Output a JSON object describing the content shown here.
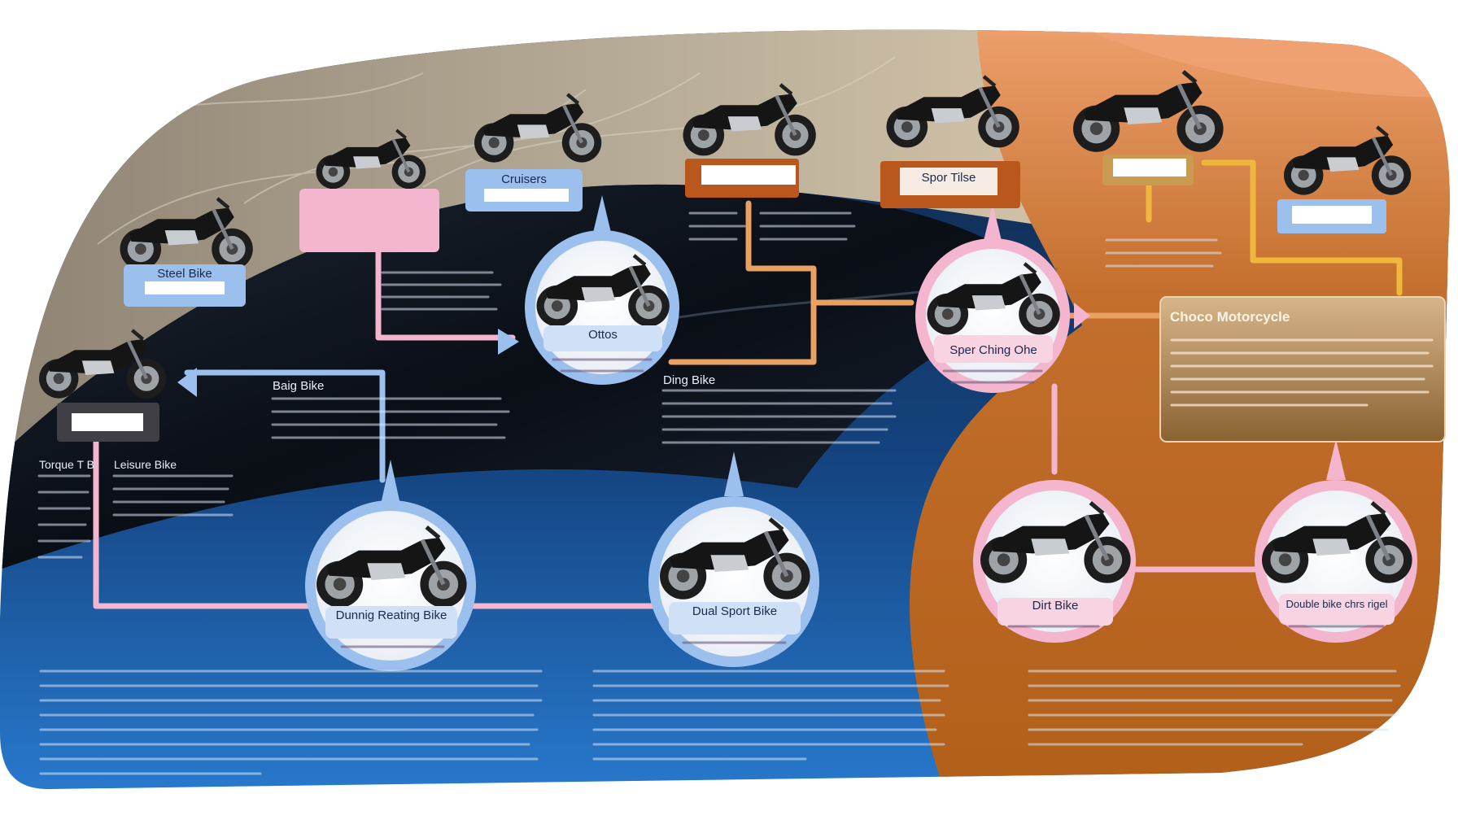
{
  "nodes": {
    "steel_bike": "Steel Bike",
    "cruiser": "Cruisers",
    "ottos": "Ottos",
    "sport_bike_top": "Spor Tilse",
    "choose_motorcycle": "Choco Motorcycle",
    "sport_bike_circle": "Sper Ching Ohe",
    "bagger": "Baig Bike",
    "ding_bike": "Ding Bike",
    "touring_bike": "Dunnig Reating Bike",
    "dual_sport": "Dual Sport Bike",
    "dirt_bike": "Dirt Bike",
    "double_bike": "Double bike chrs rigel"
  },
  "side_labels": {
    "torque": "Torque T B",
    "leisure": "Leisure Bike"
  },
  "colors": {
    "blue": "#9cc0ee",
    "pink": "#f4b6cf",
    "orange": "#e9a063",
    "rust": "#b9571c",
    "yellow": "#efb83c",
    "gold": "#a8793a"
  }
}
